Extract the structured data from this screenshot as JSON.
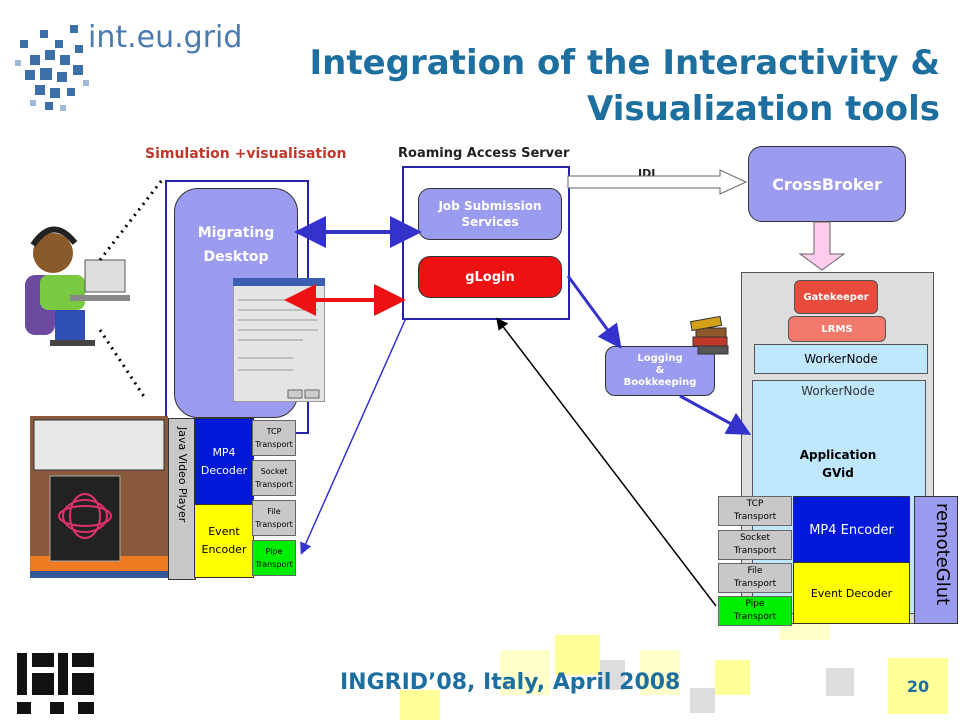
{
  "header": {
    "logo_text": "int.eu.grid",
    "title_line1": "Integration of the Interactivity &",
    "title_line2": "Visualization tools"
  },
  "labels": {
    "simulation": "Simulation +visualisation",
    "ras": "Roaming Access Server",
    "jdl": "JDL"
  },
  "boxes": {
    "migrating_line1": "Migrating",
    "migrating_line2": "Desktop",
    "job_submission_line1": "Job Submission",
    "job_submission_line2": "Services",
    "glogin": "gLogin",
    "crossbroker": "CrossBroker",
    "gatekeeper": "Gatekeeper",
    "lrms": "LRMS",
    "workernode_top": "WorkerNode",
    "workernode_main": "WorkerNode",
    "application_line1": "Application",
    "application_line2": "GVid",
    "logging_line1": "Logging",
    "logging_line2": "&",
    "logging_line3": "Bookkeeping"
  },
  "left_stack": {
    "java_player": "Java Video Player",
    "mp4_line1": "MP4",
    "mp4_line2": "Decoder",
    "event_line1": "Event",
    "event_line2": "Encoder",
    "tcp_line1": "TCP",
    "tcp_line2": "Transport",
    "socket_line1": "Socket",
    "socket_line2": "Transport",
    "file_line1": "File",
    "file_line2": "Transport",
    "pipe_line1": "Pipe",
    "pipe_line2": "Transport"
  },
  "right_stack": {
    "mp4_encoder": "MP4 Encoder",
    "event_decoder": "Event Decoder",
    "remoteglut": "remoteGlut",
    "tcp_line1": "TCP",
    "tcp_line2": "Transport",
    "socket_line1": "Socket",
    "socket_line2": "Transport",
    "file_line1": "File",
    "file_line2": "Transport",
    "pipe_line1": "Pipe",
    "pipe_line2": "Transport"
  },
  "footer": {
    "conference": "INGRID’08, Italy, April 2008",
    "page": "20"
  },
  "colors": {
    "title_blue": "#1d6fa0",
    "box_purple": "#9b9bef",
    "glogin_red": "#ee1111",
    "mp4_blue": "#0018d8",
    "event_yellow": "#ffff00",
    "pipe_green": "#00ee00",
    "gatekeeper_red": "#e84a3c",
    "workernode_blue": "#bfe8ff"
  }
}
